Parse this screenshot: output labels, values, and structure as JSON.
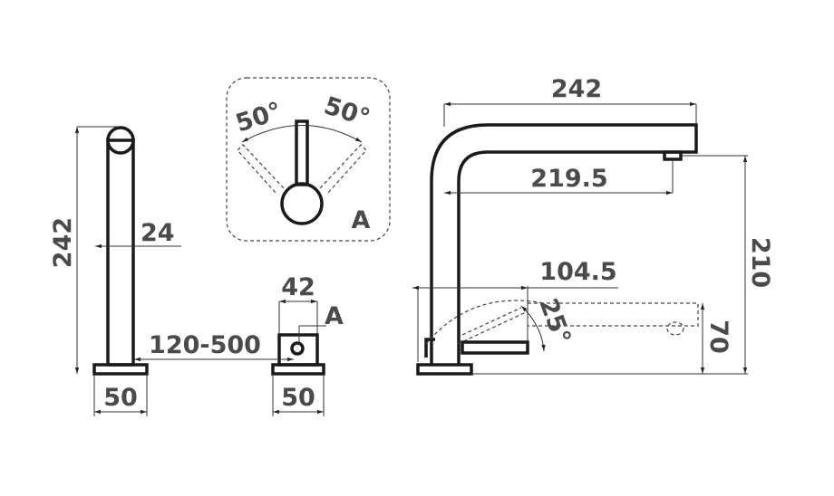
{
  "side_view": {
    "height_label": "242",
    "tube_diameter_label": "24",
    "base_width_label": "50"
  },
  "base_view": {
    "width_label": "42",
    "detail_marker": "A",
    "distance_label": "120-500",
    "base_width_label": "50"
  },
  "detail_a": {
    "left_angle_label": "50°",
    "right_angle_label": "50°",
    "marker": "A"
  },
  "front_view": {
    "spout_reach_label": "242",
    "aerator_reach_label": "219.5",
    "height_label": "210",
    "lever_reach_label": "104.5",
    "lever_angle_label": "25°",
    "lever_height_label": "70"
  }
}
